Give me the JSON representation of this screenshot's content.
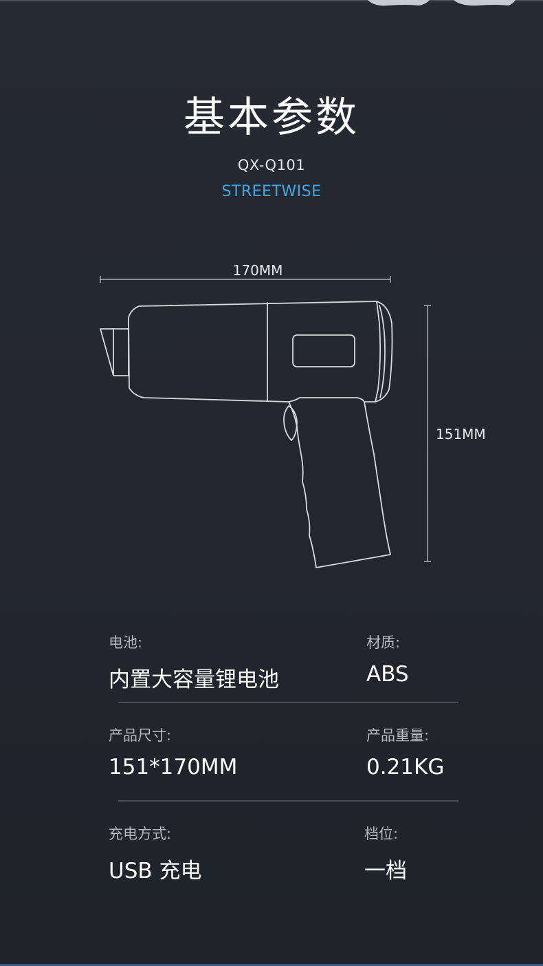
{
  "header": {
    "title": "基本参数",
    "model": "QX-Q101",
    "brand": "STREETWISE"
  },
  "dimensions": {
    "width_label": "170MM",
    "height_label": "151MM"
  },
  "specs": [
    {
      "label": "电池:",
      "value": "内置大容量锂电池"
    },
    {
      "label": "材质:",
      "value": "ABS"
    },
    {
      "label": "产品尺寸:",
      "value": "151*170MM"
    },
    {
      "label": "产品重量:",
      "value": "0.21KG"
    },
    {
      "label": "充电方式:",
      "value": "USB 充电"
    },
    {
      "label": "档位:",
      "value": "一档"
    }
  ],
  "colors": {
    "background": "#24272f",
    "accent": "#3fa7e3",
    "divider": "#4a4e58"
  }
}
